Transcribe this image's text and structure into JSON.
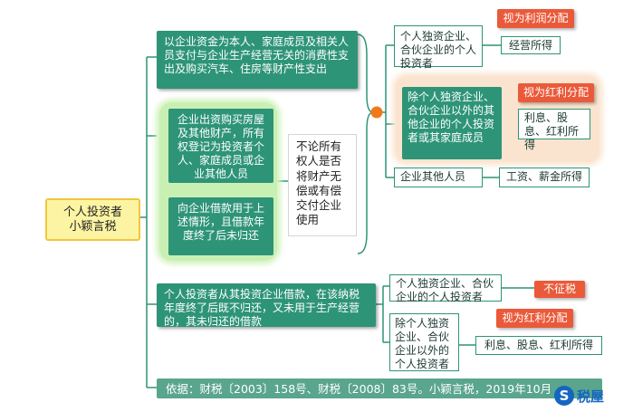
{
  "root": {
    "line1": "个人投资者",
    "line2": "小颖言税"
  },
  "top_branch": {
    "box1": "以企业资金为本人、家庭成员及相关人员支付与企业生产经营无关的消费性支出及购买汽车、住房等财产性支出",
    "box2": "企业出资购买房屋及其他财产，所有权登记为投资者个人、家庭成员或企业其他人员",
    "box3": "向企业借款用于上述情形，且借款年度终了后未归还",
    "center_note": "不论所有权人是否将财产无偿或有偿交付企业使用",
    "targets": [
      {
        "who": "个人独资企业、合伙企业的个人投资者",
        "income": "经营所得",
        "tag": "视为利润分配"
      },
      {
        "who": "除个人独资企业、合伙企业以外的其他企业的个人投资者或其家庭成员",
        "income": "利息、股息、红利所得",
        "tag": "视为红利分配"
      },
      {
        "who": "企业其他人员",
        "income": "工资、薪金所得"
      }
    ]
  },
  "bottom_branch": {
    "box": "个人投资者从其投资企业借款，在该纳税年度终了后既不归还，又未用于生产经营的，其未归还的借款",
    "targets": [
      {
        "who": "个人独资企业、合伙企业的个人投资者",
        "result": "不征税"
      },
      {
        "who": "除个人独资企业、合伙企业以外的个人投资者",
        "income": "利息、股息、红利所得",
        "tag": "视为红利分配"
      }
    ]
  },
  "basis": "依据：财税〔2003〕158号、财税〔2008〕83号。小颖言税，2019年10月",
  "logo": {
    "glyph": "S",
    "text": "税屋"
  },
  "colors": {
    "teal": "#2e9477",
    "red": "#ea5a3a",
    "root_fill": "#fdf4a3",
    "hub": "#f07a1a"
  }
}
